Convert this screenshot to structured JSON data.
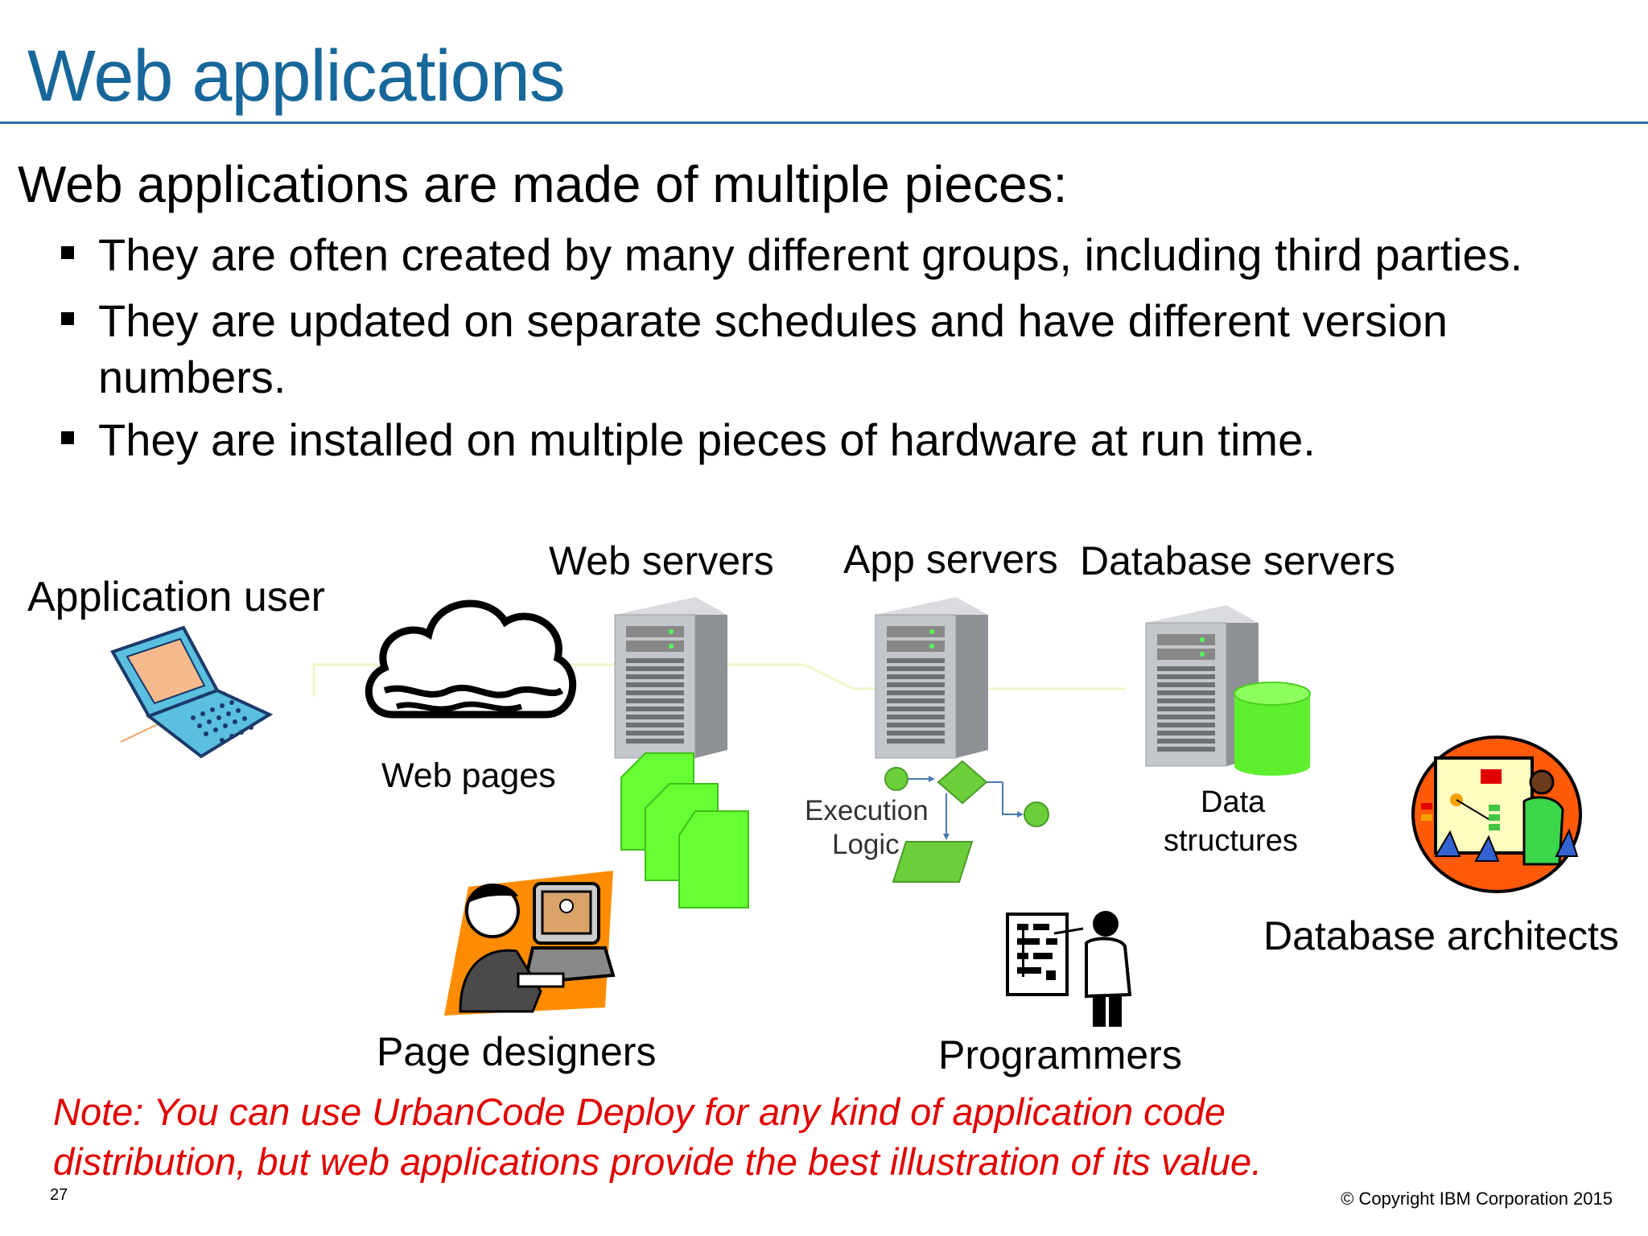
{
  "slide": {
    "title": "Web applications",
    "intro": "Web applications are made of multiple pieces:",
    "bullets": [
      "They are often created by many different groups, including third parties.",
      "They are updated on separate schedules and have different version",
      "numbers.",
      "They are installed on multiple pieces of hardware at run time."
    ]
  },
  "diagram": {
    "application_user": "Application user",
    "web_servers": "Web servers",
    "app_servers": "App servers",
    "database_servers": "Database servers",
    "web_pages": "Web pages",
    "execution_logic_line1": "Execution",
    "execution_logic_line2": "Logic",
    "data_structures_line1": "Data",
    "data_structures_line2": "structures",
    "page_designers": "Page designers",
    "programmers": "Programmers",
    "database_architects": "Database architects"
  },
  "note": {
    "line1": "Note: You can use UrbanCode Deploy for any kind of application code",
    "line2": "distribution, but web applications provide the best illustration of its value."
  },
  "footer": {
    "page_number": "27",
    "copyright": "© Copyright IBM Corporation 2015"
  },
  "colors": {
    "title": "#17679a",
    "note": "#e00000",
    "green": "#66ff33",
    "server_gray": "#b9bcc0"
  }
}
